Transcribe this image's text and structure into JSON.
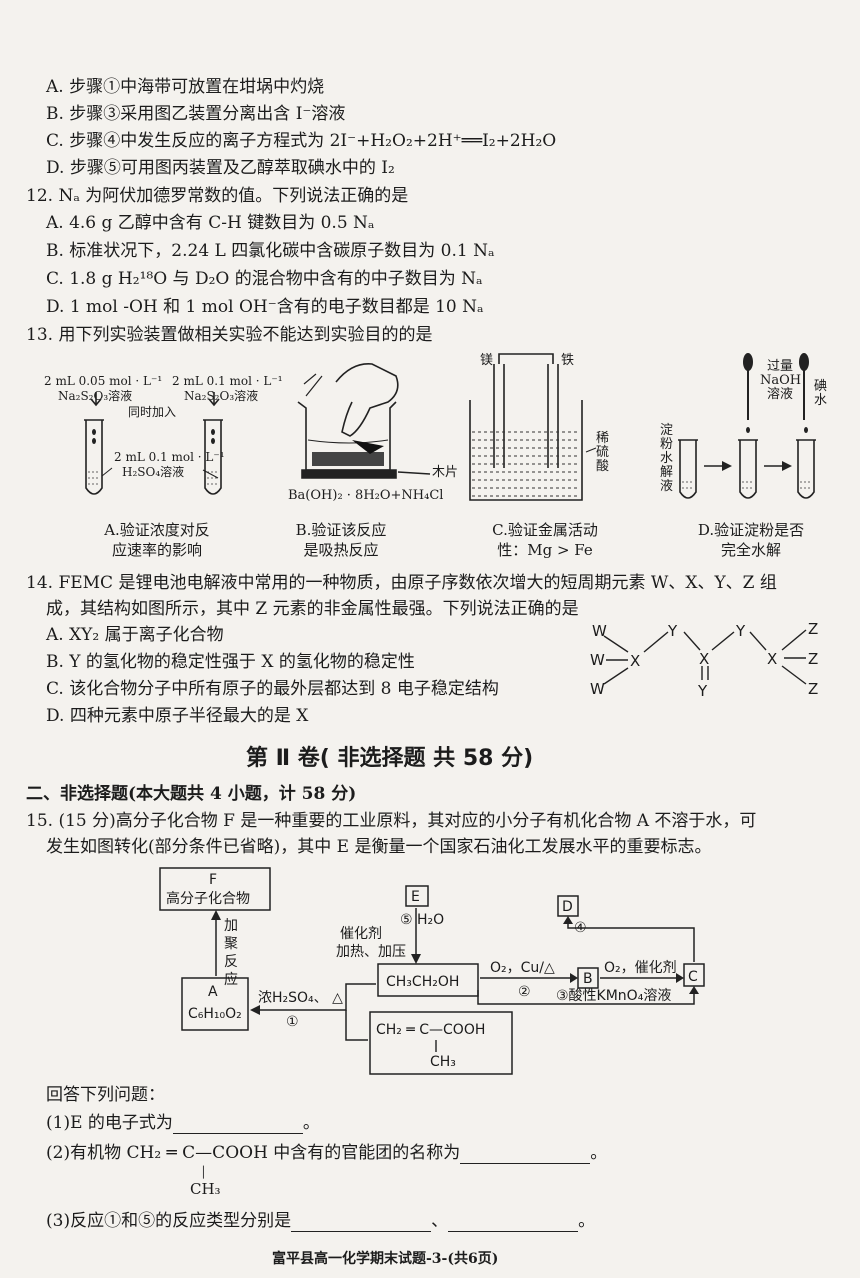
{
  "q11_options": [
    "A. 步骤①中海带可放置在坩埚中灼烧",
    "B. 步骤③采用图乙装置分离出含 I⁻溶液",
    "C. 步骤④中发生反应的离子方程式为 2I⁻+H₂O₂+2H⁺══I₂+2H₂O",
    "D. 步骤⑤可用图丙装置及乙醇萃取碘水中的 I₂"
  ],
  "q12": {
    "stem": "12. Nₐ 为阿伏加德罗常数的值。下列说法正确的是",
    "options": [
      "A. 4.6 g 乙醇中含有 C-H 键数目为 0.5 Nₐ",
      "B. 标准状况下，2.24 L 四氯化碳中含碳原子数目为 0.1 Nₐ",
      "C. 1.8 g H₂¹⁸O 与 D₂O 的混合物中含有的中子数目为 Nₐ",
      "D. 1 mol -OH 和 1 mol OH⁻含有的电子数目都是 10 Nₐ"
    ]
  },
  "q13": {
    "stem": "13. 用下列实验装置做相关实验不能达到实验目的的是",
    "figA": {
      "left_label_1": "2 mL 0.05 mol · L⁻¹",
      "left_label_2": "Na₂S₂O₃溶液",
      "right_label_1": "2 mL 0.1 mol · L⁻¹",
      "right_label_2": "Na₂S₂O₃溶液",
      "middle_label": "同时加入",
      "acid_label_1": "2 mL 0.1 mol · L⁻¹",
      "acid_label_2": "H₂SO₄溶液"
    },
    "figB": {
      "wood_label": "木片",
      "reagent_label": "Ba(OH)₂ · 8H₂O+NH₄Cl"
    },
    "figC": {
      "mg_label": "镁",
      "fe_label": "铁",
      "acid_label": "稀硫酸"
    },
    "figD": {
      "naoh_label": "过量NaOH溶液",
      "iodine_label": "碘水",
      "starch_label": "淀粉水解液"
    },
    "captions": [
      [
        "A.验证浓度对反",
        "应速率的影响"
      ],
      [
        "B.验证该反应",
        "是吸热反应"
      ],
      [
        "C.验证金属活动",
        "性：Mg > Fe"
      ],
      [
        "D.验证淀粉是否",
        "完全水解"
      ]
    ]
  },
  "q14": {
    "stem_1": "14. FEMC 是锂电池电解液中常用的一种物质，由原子序数依次增大的短周期元素 W、X、Y、Z 组",
    "stem_2": "成，其结构如图所示，其中 Z 元素的非金属性最强。下列说法正确的是",
    "options": [
      "A. XY₂ 属于离子化合物",
      "B. Y 的氢化物的稳定性强于 X 的氢化物的稳定性",
      "C. 该化合物分子中所有原子的最外层都达到 8 电子稳定结构",
      "D. 四种元素中原子半径最大的是 X"
    ],
    "structure": {
      "w": "W",
      "x": "X",
      "y": "Y",
      "z": "Z"
    }
  },
  "part2_title": "第 Ⅱ 卷( 非选择题    共 58 分)",
  "section2_heading": "二、非选择题(本大题共 4 小题，计 58 分)",
  "q15": {
    "stem_1": "15. (15 分)高分子化合物 F 是一种重要的工业原料，其对应的小分子有机化合物 A 不溶于水，可",
    "stem_2": "发生如图转化(部分条件已省略)，其中 E 是衡量一个国家石油化工发展水平的重要标志。",
    "scheme": {
      "F_letter": "F",
      "F_name": "高分子化合物",
      "addpoly": [
        "加",
        "聚",
        "反",
        "应"
      ],
      "A_letter": "A",
      "A_formula": "C₆H₁₀O₂",
      "E": "E",
      "step5": "⑤ H₂O",
      "catalyst": "催化剂",
      "heat_pressure": "加热、加压",
      "ethanol": "CH₃CH₂OH",
      "acid_cond": "浓H₂SO₄、 △",
      "step1": "①",
      "oxid_cond": "O₂，Cu/△",
      "step2": "②",
      "B": "B",
      "oxid_cond2": "O₂，催化剂",
      "C": "C",
      "D": "D",
      "step4": "④",
      "step3": "③酸性KMnO₄溶液",
      "mac_top": "CH₂ ═ C—COOH",
      "mac_bottom": "CH₃"
    },
    "answer_intro": "回答下列问题：",
    "sub1_a": "(1)E 的电子式为",
    "sub1_b": "。",
    "sub2_a": "(2)有机物  CH₂ ═ C—COOH  中含有的官能团的名称为",
    "sub2_b": "。",
    "sub2_ch3": "CH₃",
    "sub3_a": "(3)反应①和⑤的反应类型分别是",
    "sub3_sep": "、",
    "sub3_b": "。"
  },
  "footer": "富平县高一化学期末试题-3-(共6页)"
}
